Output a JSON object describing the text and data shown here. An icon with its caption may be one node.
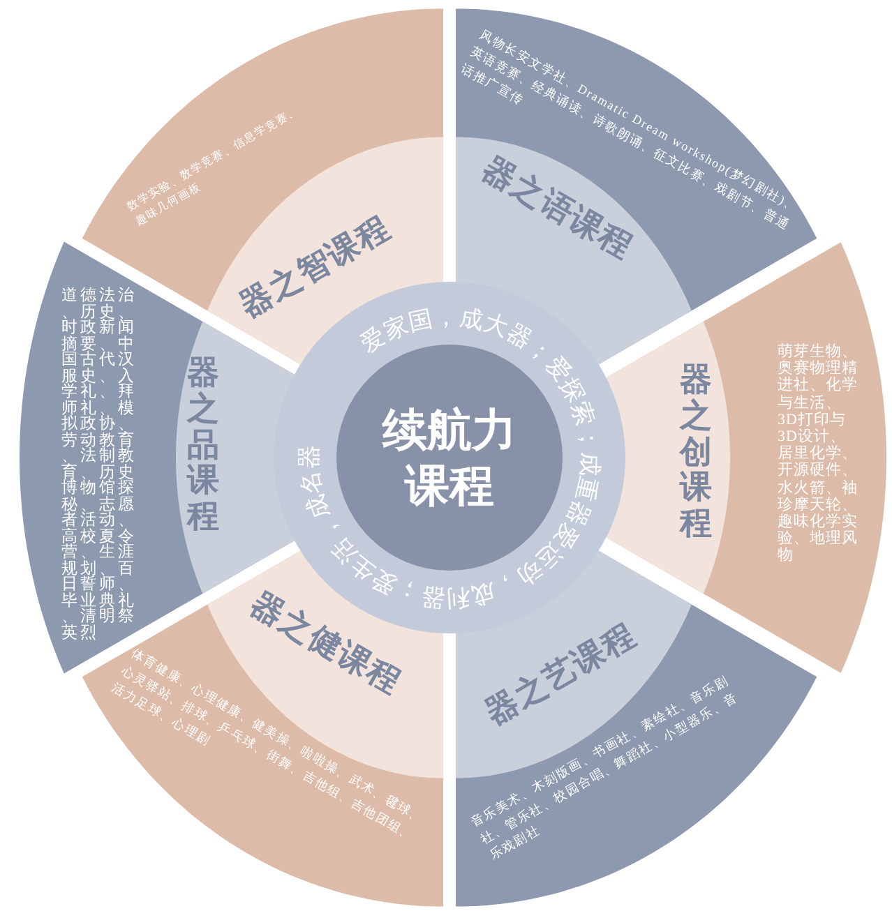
{
  "diagram": {
    "nodes": [
      {
        "text": [
          "续航力课程",
          "爱家国，成大器；爱探索；成重器爱运动，成利器；爱生活，成名器"
        ]
      },
      {
        "text": [
          "数学实验、数学竞赛、信息学竞赛、趣味几何画板",
          "器之智课程"
        ]
      },
      {
        "text": [
          "风物长安文学社、Dramatic Dream workshop(梦幻剧社)、英语竞赛、经典诵读、诗歌朗诵、征文比赛、戏剧节、普通话推广宣传",
          "器之语课程"
        ]
      },
      {
        "text": [
          "道德法治、历史、时政新闻摘要、中国古代汉服史、入学礼、拜师礼、模拟政协、劳动教育、法制教育、历史博物馆探秘、志愿者活动、高校夏令营、生涯规划、百日誓师、毕业典礼、清明祭英烈",
          "器之品课程"
        ]
      },
      {
        "text": [
          "器之创课程",
          "萌芽生物、奥赛物理精进社、化学与生活、3D打印与3D设计、居里化学、开源硬件、水火箭、袖珍摩天轮、趣味化学实验、地理风物"
        ]
      },
      {
        "text": [
          "器之健课程",
          "体育健康、心理健康、健美操、啦啦操、武术、毽球、心灵驿站、排球、乒乓球、街舞、吉他组、吉他团组、活力足球、心理剧"
        ]
      },
      {
        "text": [
          "器之艺课程",
          "音乐美术、木刻版画、书画社、素绘社、音乐剧社、管乐社、校园合唱、舞蹈社、小型器乐、音乐戏剧社"
        ]
      }
    ]
  }
}
